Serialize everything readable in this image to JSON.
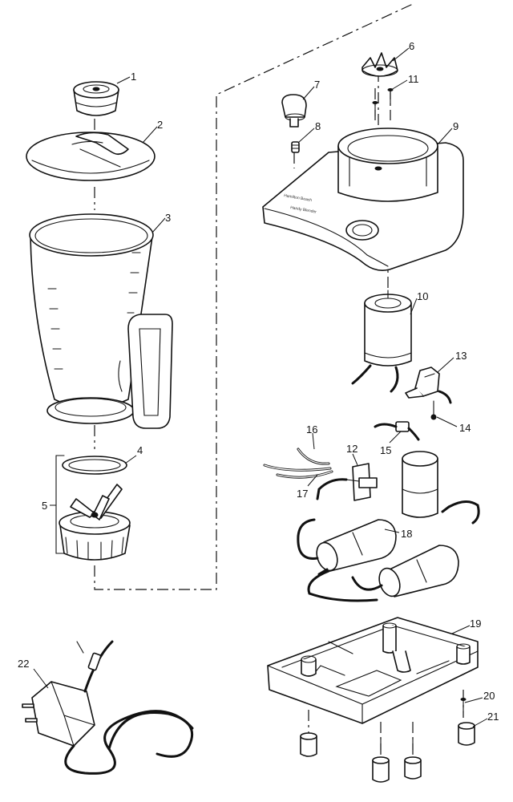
{
  "part_labels": [
    "1",
    "2",
    "3",
    "4",
    "5",
    "6",
    "7",
    "8",
    "9",
    "10",
    "11",
    "12",
    "13",
    "14",
    "15",
    "16",
    "17",
    "18",
    "19",
    "20",
    "21",
    "22"
  ],
  "base_markings": {
    "brand": "Hamilton Beach",
    "model": "Handy Blender"
  }
}
